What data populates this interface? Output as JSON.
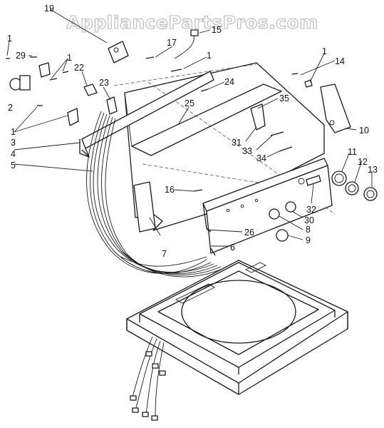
{
  "watermark": "AppliancePartsPros.com",
  "labels": {
    "l1a": "1",
    "l1b": "1",
    "l1c": "1",
    "l1d": "1",
    "l1e": "1",
    "l2": "2",
    "l3": "3",
    "l4": "4",
    "l5": "5",
    "l6": "6",
    "l7": "7",
    "l8": "8",
    "l9": "9",
    "l10": "10",
    "l11": "11",
    "l12": "12",
    "l13": "13",
    "l14": "14",
    "l15": "15",
    "l16": "16",
    "l17": "17",
    "l19": "19",
    "l22": "22",
    "l23": "23",
    "l24": "24",
    "l25": "25",
    "l26": "26",
    "l29": "29",
    "l30": "30",
    "l31": "31",
    "l32": "32",
    "l33": "33",
    "l34": "34",
    "l35": "35"
  }
}
